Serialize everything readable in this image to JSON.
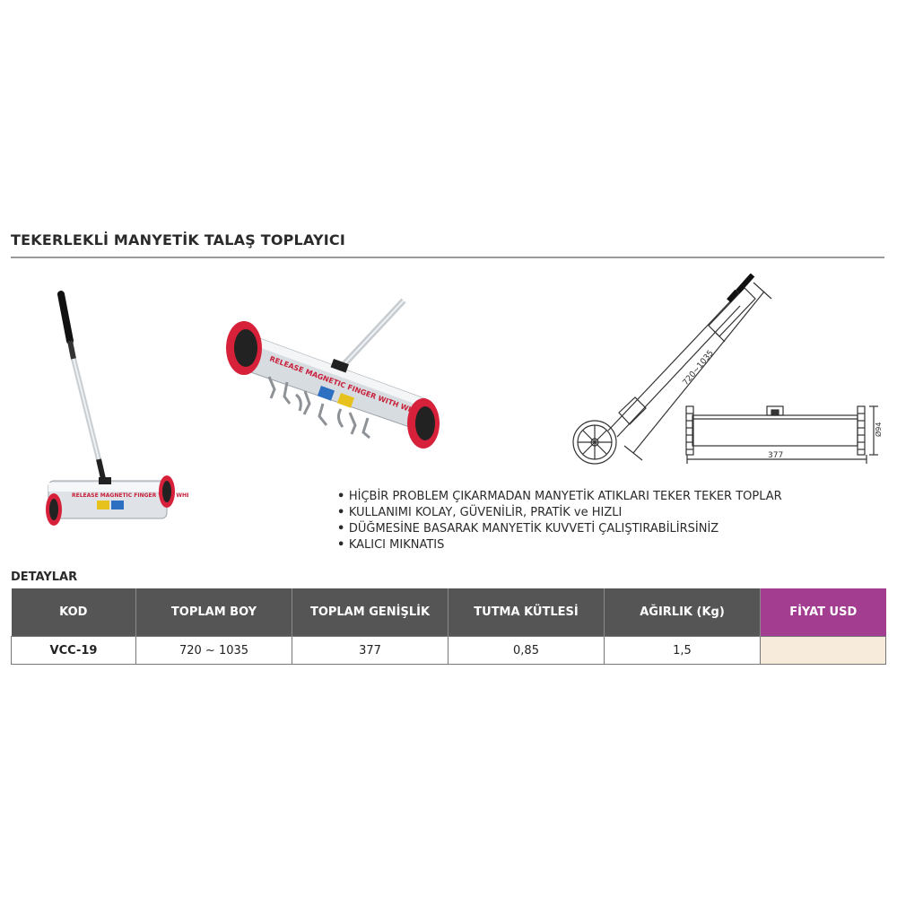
{
  "title": "TEKERLEKLİ MANYETİK TALAŞ TOPLAYICI",
  "product_label": "RELEASE MAGNETIC FINGER WITH WHEELS",
  "drawing": {
    "length_dim": "720~1035",
    "width_dim": "377",
    "diameter_dim": "Ø94"
  },
  "features": [
    "HİÇBİR PROBLEM ÇIKARMADAN MANYETİK ATIKLARI TEKER TEKER TOPLAR",
    "KULLANIMI KOLAY, GÜVENİLİR, PRATİK ve HIZLI",
    "DÜĞMESİNE BASARAK MANYETİK KUVVETİ ÇALIŞTIRABİLİRSİNİZ",
    "KALICI MIKNATIS"
  ],
  "details_label": "DETAYLAR",
  "table": {
    "headers": [
      "KOD",
      "TOPLAM BOY",
      "TOPLAM GENİŞLİK",
      "TUTMA KÜTLESİ",
      "AĞIRLIK (Kg)",
      "FİYAT USD"
    ],
    "row": [
      "VCC-19",
      "720 ~ 1035",
      "377",
      "0,85",
      "1,5",
      ""
    ]
  },
  "colors": {
    "header_bg": "#555555",
    "price_header_bg": "#a23d8f",
    "price_cell_bg": "#f7ecdc",
    "wheel_red": "#d7203a"
  }
}
